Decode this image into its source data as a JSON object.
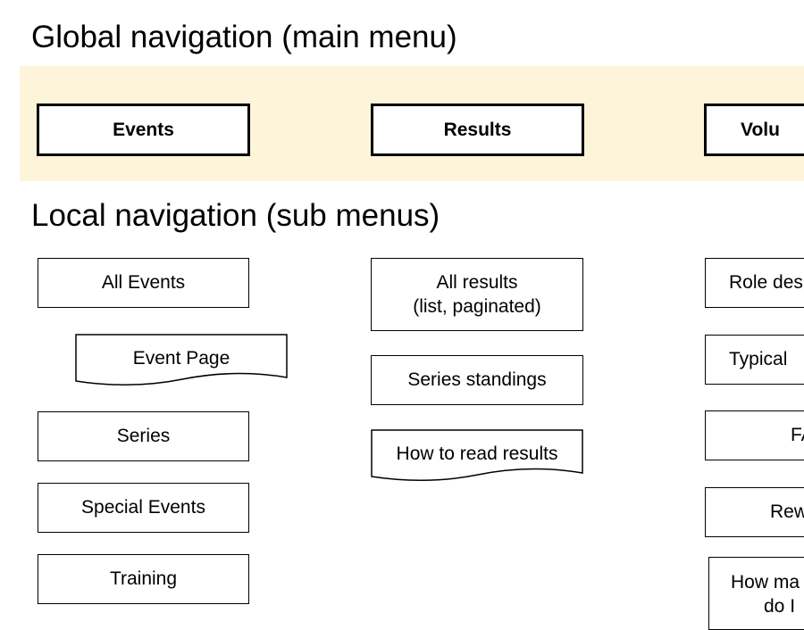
{
  "headings": {
    "global": "Global navigation (main menu)",
    "local": "Local navigation (sub menus)"
  },
  "main_menu": [
    {
      "label": "Events"
    },
    {
      "label": "Results"
    },
    {
      "label": "Volu"
    }
  ],
  "sub_menus": {
    "events": {
      "all_events": "All Events",
      "event_page": "Event Page",
      "series": "Series",
      "special_events": "Special Events",
      "training": "Training"
    },
    "results": {
      "all_results_line1": "All results",
      "all_results_line2": "(list, paginated)",
      "series_standings": "Series standings",
      "how_to_read": "How to read results"
    },
    "volunteer": {
      "role": "Role des",
      "typical": "Typical",
      "faq": "FA",
      "rew": "Rew",
      "how_many_line1": "How ma",
      "how_many_line2": "do I"
    }
  },
  "colors": {
    "band": "#fdf4d9",
    "border": "#000000"
  }
}
